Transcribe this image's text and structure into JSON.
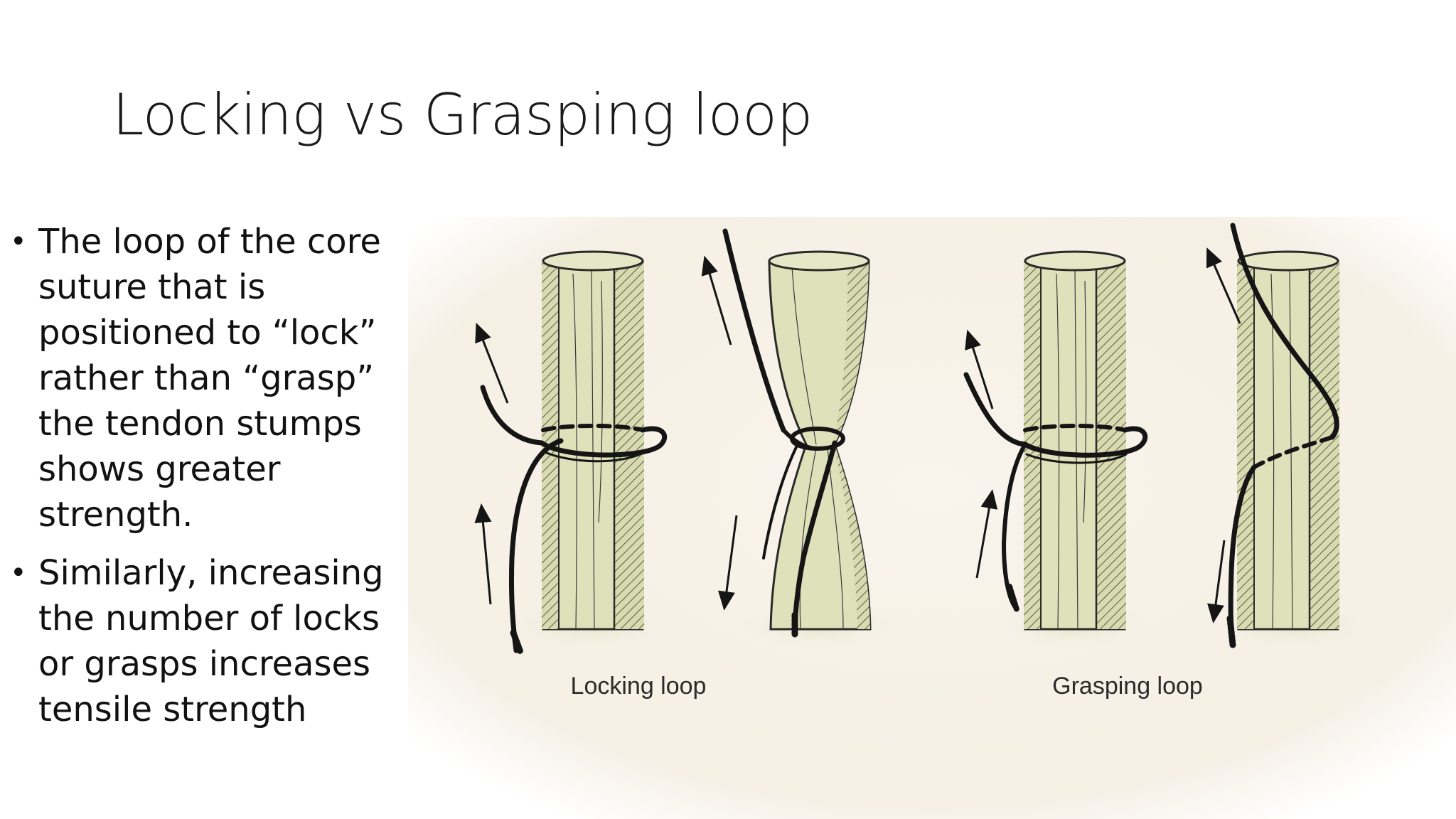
{
  "slide": {
    "title": "Locking vs Grasping loop",
    "bullets": [
      {
        "lines": [
          "The loop of the core",
          "suture that is",
          "positioned to “lock”",
          "rather than “grasp”",
          "the tendon stumps",
          "shows greater",
          "strength."
        ]
      },
      {
        "lines": [
          "Similarly, increasing",
          "the number of locks",
          "or grasps increases",
          "tensile strength"
        ]
      }
    ],
    "bullet_symbol": "•"
  },
  "figure": {
    "captions": {
      "locking": "Locking loop",
      "grasping": "Grasping loop"
    },
    "colors": {
      "tendon_fill": "#dfe1bb",
      "tendon_shade": "#c9cc9f",
      "suture": "#151515",
      "background": "#f7f2e9"
    }
  }
}
